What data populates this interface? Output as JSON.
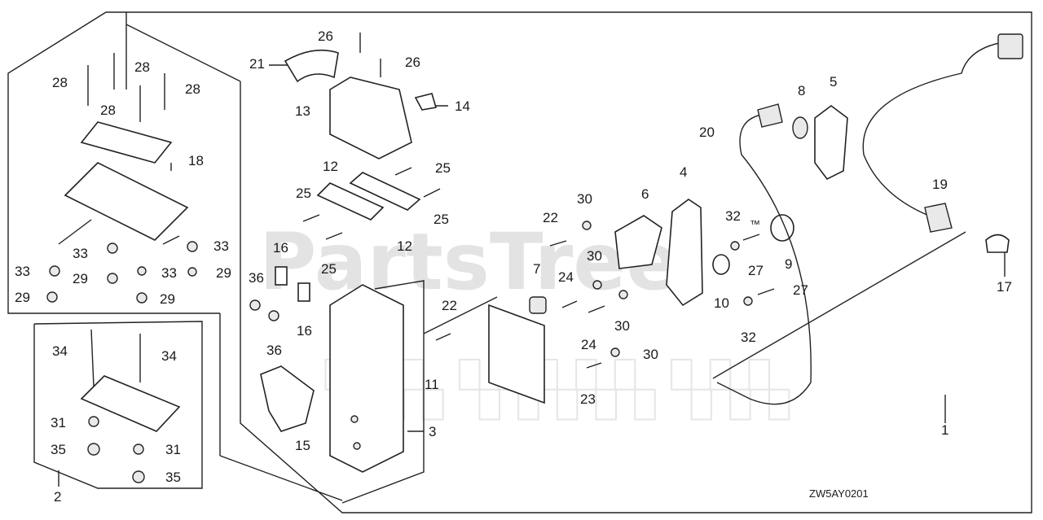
{
  "watermark": {
    "brand": "PartsTree",
    "tm": "™"
  },
  "diagram_code": "ZW5AY0201",
  "callouts": [
    "1",
    "2",
    "3",
    "4",
    "5",
    "6",
    "7",
    "8",
    "9",
    "10",
    "11",
    "12",
    "13",
    "14",
    "15",
    "16",
    "17",
    "18",
    "19",
    "20",
    "21",
    "22",
    "23",
    "24",
    "25",
    "26",
    "27",
    "28",
    "29",
    "30",
    "31",
    "32",
    "33",
    "34",
    "35",
    "36"
  ]
}
